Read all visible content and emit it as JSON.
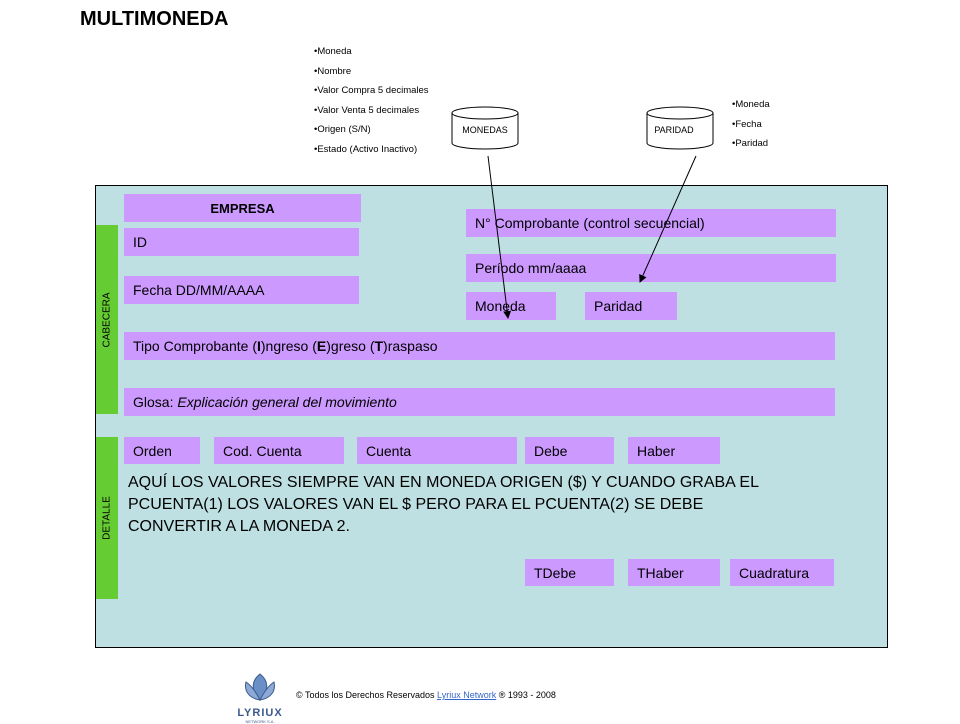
{
  "title": "MULTIMONEDA",
  "monedas_fields": [
    "Moneda",
    "Nombre",
    "Valor Compra 5 decimales",
    "Valor Venta 5 decimales",
    "Origen (S/N)",
    "Estado (Activo Inactivo)"
  ],
  "paridad_fields": [
    "Moneda",
    "Fecha",
    "Paridad"
  ],
  "tables": {
    "monedas": "MONEDAS",
    "paridad": "PARIDAD"
  },
  "sections": {
    "cabecera": "CABECERA",
    "detalle": "DETALLE"
  },
  "header": {
    "empresa": "EMPRESA",
    "id": "ID",
    "fecha": "Fecha  DD/MM/AAAA",
    "comprobante": "N° Comprobante (control secuencial)",
    "periodo": "Período   mm/aaaa",
    "moneda": "Moneda",
    "paridad": "Paridad",
    "tipo": {
      "prefix": "Tipo Comprobante (",
      "i": "I",
      "i_rest": ")ngreso (",
      "e": "E",
      "e_rest": ")greso (",
      "t": "T",
      "t_rest": ")raspaso"
    },
    "glosa": {
      "label": "Glosa: ",
      "text": "Explicación general del movimiento"
    }
  },
  "detail": {
    "columns": [
      "Orden",
      "Cod. Cuenta",
      "Cuenta",
      "Debe",
      "Haber"
    ],
    "note": "AQUÍ LOS VALORES SIEMPRE VAN EN MONEDA ORIGEN ($) Y CUANDO GRABA EL PCUENTA(1) LOS VALORES VAN EL $ PERO PARA EL PCUENTA(2) SE DEBE CONVERTIR A LA MONEDA 2.",
    "totals": [
      "TDebe",
      "THaber",
      "Cuadratura"
    ]
  },
  "footer": {
    "prefix": "© Todos los Derechos Reservados ",
    "link": "Lyriux Network",
    "suffix": " ® 1993 - 2008",
    "logo": "LYRIUX",
    "logo_sub": "NETWORK S.A."
  },
  "colors": {
    "panel": "#bfe0e3",
    "box": "#cc99ff",
    "side": "#66cc33",
    "link": "#3366cc"
  }
}
